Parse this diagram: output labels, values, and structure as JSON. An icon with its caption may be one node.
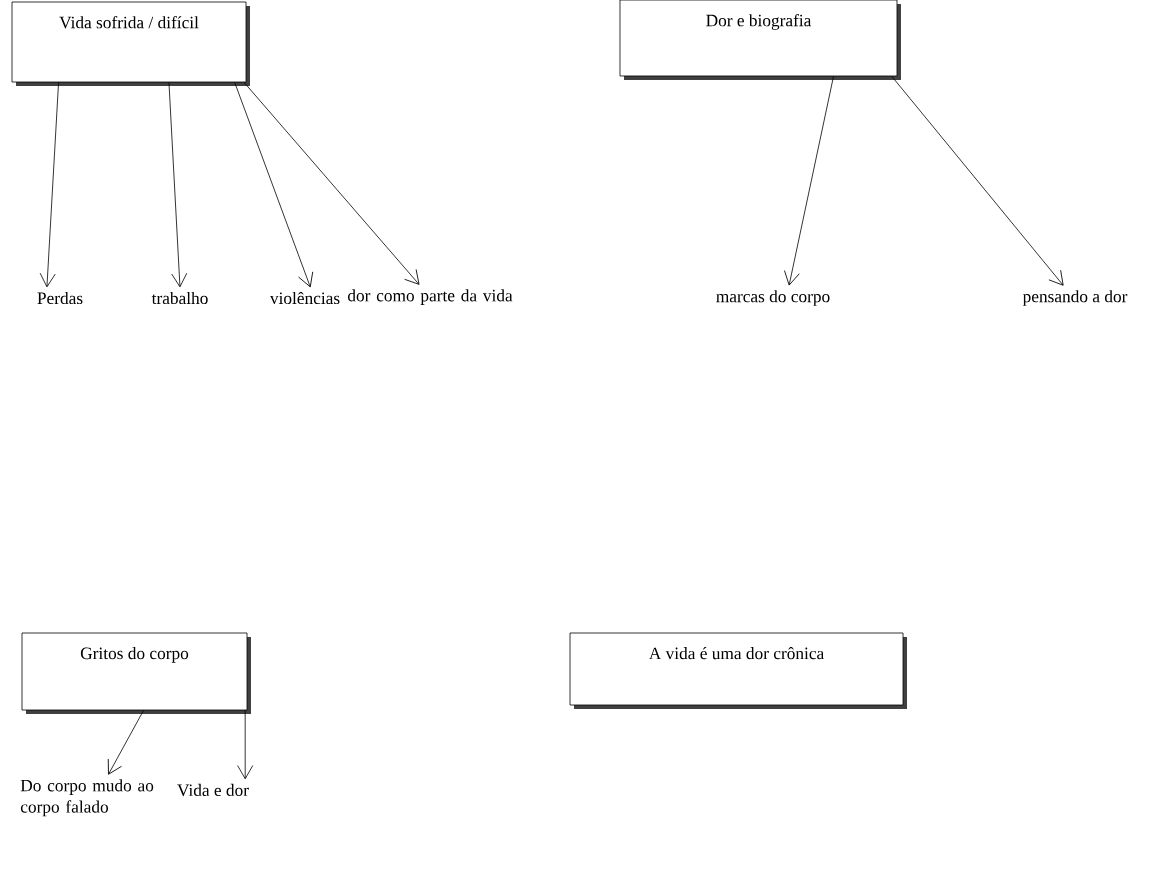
{
  "diagram": {
    "nodes": [
      {
        "text": [
          "Vida sofrida / difícil"
        ]
      },
      {
        "text": [
          "Dor e biografia"
        ]
      },
      {
        "text": [
          "Perdas"
        ]
      },
      {
        "text": [
          "trabalho"
        ]
      },
      {
        "text": [
          "violências"
        ]
      },
      {
        "text": [
          "dor como parte da vida"
        ]
      },
      {
        "text": [
          "marcas do corpo"
        ]
      },
      {
        "text": [
          "pensando a dor"
        ]
      },
      {
        "text": [
          "Gritos do corpo"
        ]
      },
      {
        "text": [
          "A vida é uma dor crônica"
        ]
      },
      {
        "text": [
          "Do corpo mudo ao corpo falado"
        ]
      },
      {
        "text": [
          "Vida e dor"
        ]
      }
    ],
    "edges": [
      {
        "from": 0,
        "to": 2,
        "arrow": "to"
      },
      {
        "from": 0,
        "to": 3,
        "arrow": "to"
      },
      {
        "from": 0,
        "to": 4,
        "arrow": "to"
      },
      {
        "from": 0,
        "to": 5,
        "arrow": "to"
      },
      {
        "from": 1,
        "to": 6,
        "arrow": "to"
      },
      {
        "from": 1,
        "to": 7,
        "arrow": "to"
      },
      {
        "from": 8,
        "to": 10,
        "arrow": "to"
      },
      {
        "from": 8,
        "to": 11,
        "arrow": "to"
      }
    ]
  }
}
